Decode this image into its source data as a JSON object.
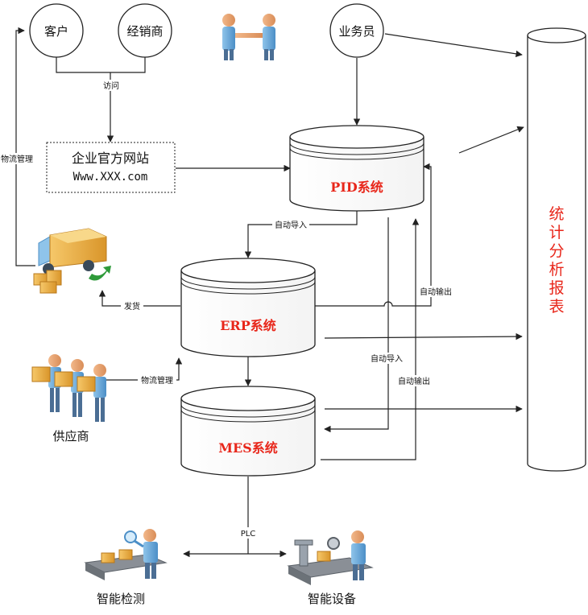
{
  "nodes": {
    "customer": "客户",
    "dealer": "经销商",
    "salesman": "业务员",
    "website_title": "企业官方网站",
    "website_url": "Www.XXX.com",
    "pid": "PID系统",
    "erp": "ERP系统",
    "mes": "MES系统",
    "report": [
      "统",
      "计",
      "分",
      "析",
      "报",
      "表"
    ],
    "supplier": "供应商",
    "inspection": "智能检测",
    "equipment": "智能设备"
  },
  "edges": {
    "visit": "访问",
    "logistics_left": "物流管理",
    "auto_import_pid_erp": "自动导入",
    "auto_export_erp_pid": "自动输出",
    "ship": "发货",
    "logistics_supplier": "物流管理",
    "auto_import_pid_mes": "自动导入",
    "auto_export_mes_pid": "自动输出",
    "plc": "PLC"
  },
  "icons": {
    "handshake": "handshake-icon",
    "truck": "delivery-truck-icon",
    "suppliers": "suppliers-group-icon",
    "inspection": "inspection-worker-icon",
    "equipment": "equipment-worker-icon"
  },
  "colors": {
    "system_label": "#e8261a",
    "report_label": "#e8261a",
    "line": "#222222"
  }
}
